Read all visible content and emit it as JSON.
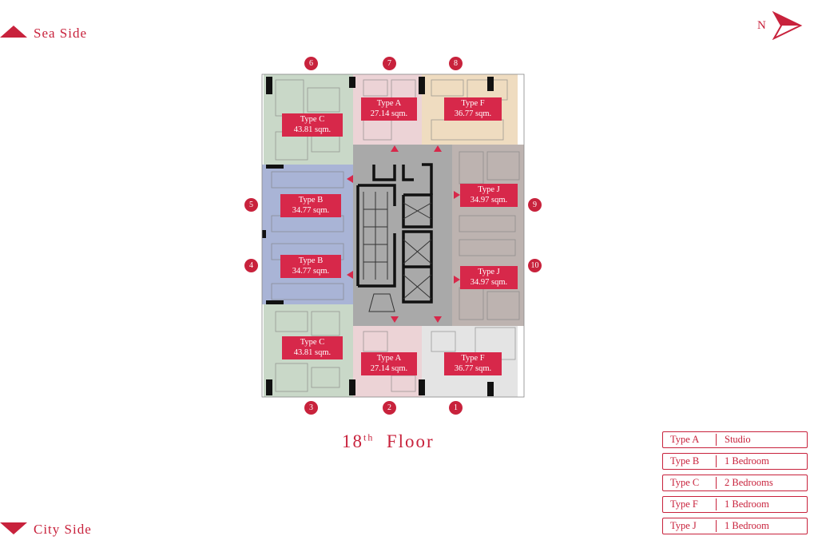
{
  "orientation": {
    "sea_side": "Sea Side",
    "city_side": "City Side",
    "north": "N"
  },
  "floor": {
    "number": "18",
    "suffix": "th",
    "word": "Floor"
  },
  "units": [
    {
      "num": "1",
      "type": "Type F",
      "area": "36.77 sqm."
    },
    {
      "num": "2",
      "type": "Type A",
      "area": "27.14 sqm."
    },
    {
      "num": "3",
      "type": "Type C",
      "area": "43.81 sqm."
    },
    {
      "num": "4",
      "type": "Type B",
      "area": "34.77 sqm."
    },
    {
      "num": "5",
      "type": "Type B",
      "area": "34.77 sqm."
    },
    {
      "num": "6",
      "type": "Type C",
      "area": "43.81 sqm."
    },
    {
      "num": "7",
      "type": "Type A",
      "area": "27.14 sqm."
    },
    {
      "num": "8",
      "type": "Type F",
      "area": "36.77 sqm."
    },
    {
      "num": "9",
      "type": "Type J",
      "area": "34.97 sqm."
    },
    {
      "num": "10",
      "type": "Type J",
      "area": "34.97 sqm."
    }
  ],
  "legend": [
    {
      "type": "Type A",
      "desc": "Studio"
    },
    {
      "type": "Type B",
      "desc": "1 Bedroom"
    },
    {
      "type": "Type C",
      "desc": "2 Bedrooms"
    },
    {
      "type": "Type F",
      "desc": "1 Bedroom"
    },
    {
      "type": "Type J",
      "desc": "1 Bedroom"
    }
  ],
  "colors": {
    "accent": "#c8223c",
    "type_a": "#ecd3d6",
    "type_b": "#a9b4d6",
    "type_c": "#c9d8c8",
    "type_f_top": "#efdcc0",
    "type_f_bottom": "#e4e4e4",
    "type_j": "#bdb3b0",
    "core": "#a9a9a9"
  }
}
